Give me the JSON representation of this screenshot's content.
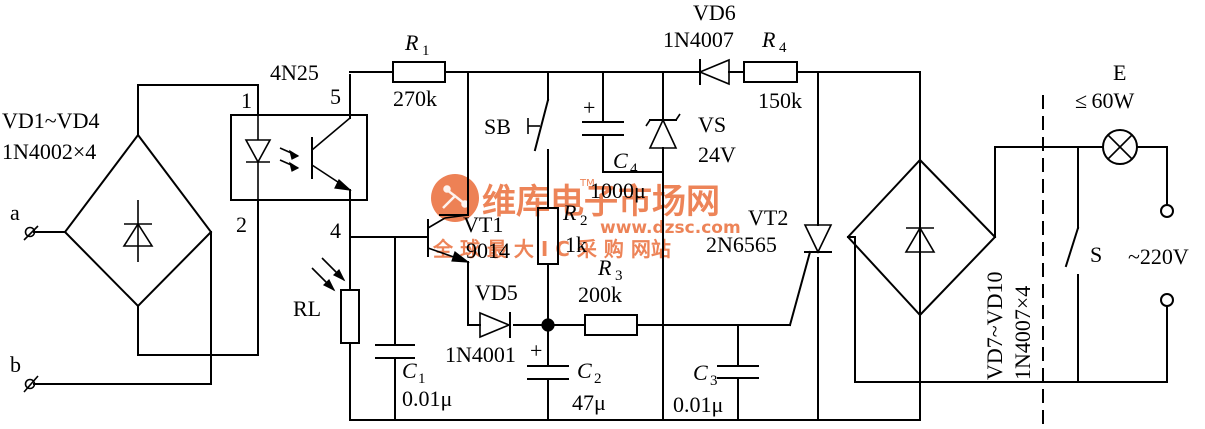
{
  "components": {
    "vd1_vd4": {
      "ref": "VD1~VD4",
      "value": "1N4002×4"
    },
    "optocoupler": {
      "ref": "4N25",
      "pin1": "1",
      "pin2": "2",
      "pin4": "4",
      "pin5": "5"
    },
    "r1": {
      "ref": "R",
      "sub": "1",
      "value": "270k"
    },
    "r2": {
      "ref": "R",
      "sub": "2",
      "value": "1k"
    },
    "r3": {
      "ref": "R",
      "sub": "3",
      "value": "200k"
    },
    "r4": {
      "ref": "R",
      "sub": "4",
      "value": "150k"
    },
    "vd6": {
      "ref": "VD6",
      "value": "1N4007"
    },
    "sb": {
      "ref": "SB"
    },
    "c4": {
      "ref": "C",
      "sub": "4",
      "value": "1000μ",
      "polarity": "+"
    },
    "vs": {
      "ref": "VS",
      "value": "24V"
    },
    "vt1": {
      "ref": "VT1",
      "value": "9014"
    },
    "vt2": {
      "ref": "VT2",
      "value": "2N6565"
    },
    "vd5": {
      "ref": "VD5",
      "value": "1N4001"
    },
    "c2": {
      "ref": "C",
      "sub": "2",
      "value": "47μ",
      "polarity": "+"
    },
    "c1": {
      "ref": "C",
      "sub": "1",
      "value": "0.01μ"
    },
    "c3": {
      "ref": "C",
      "sub": "3",
      "value": "0.01μ"
    },
    "rl": {
      "ref": "RL"
    },
    "vd7_vd10": {
      "ref": "VD7~VD10",
      "value": "1N4007×4"
    },
    "lamp": {
      "ref": "E",
      "value": "≤ 60W"
    },
    "switch_s": {
      "ref": "S"
    },
    "mains": {
      "value": "~220V"
    }
  },
  "terminals": {
    "a": "a",
    "b": "b"
  },
  "watermark": {
    "brand": "维库电子市场网",
    "url": "www.dzsc.com",
    "slogan": "全  球  最  大  I  C  采  购  网站",
    "tm": "TM"
  }
}
